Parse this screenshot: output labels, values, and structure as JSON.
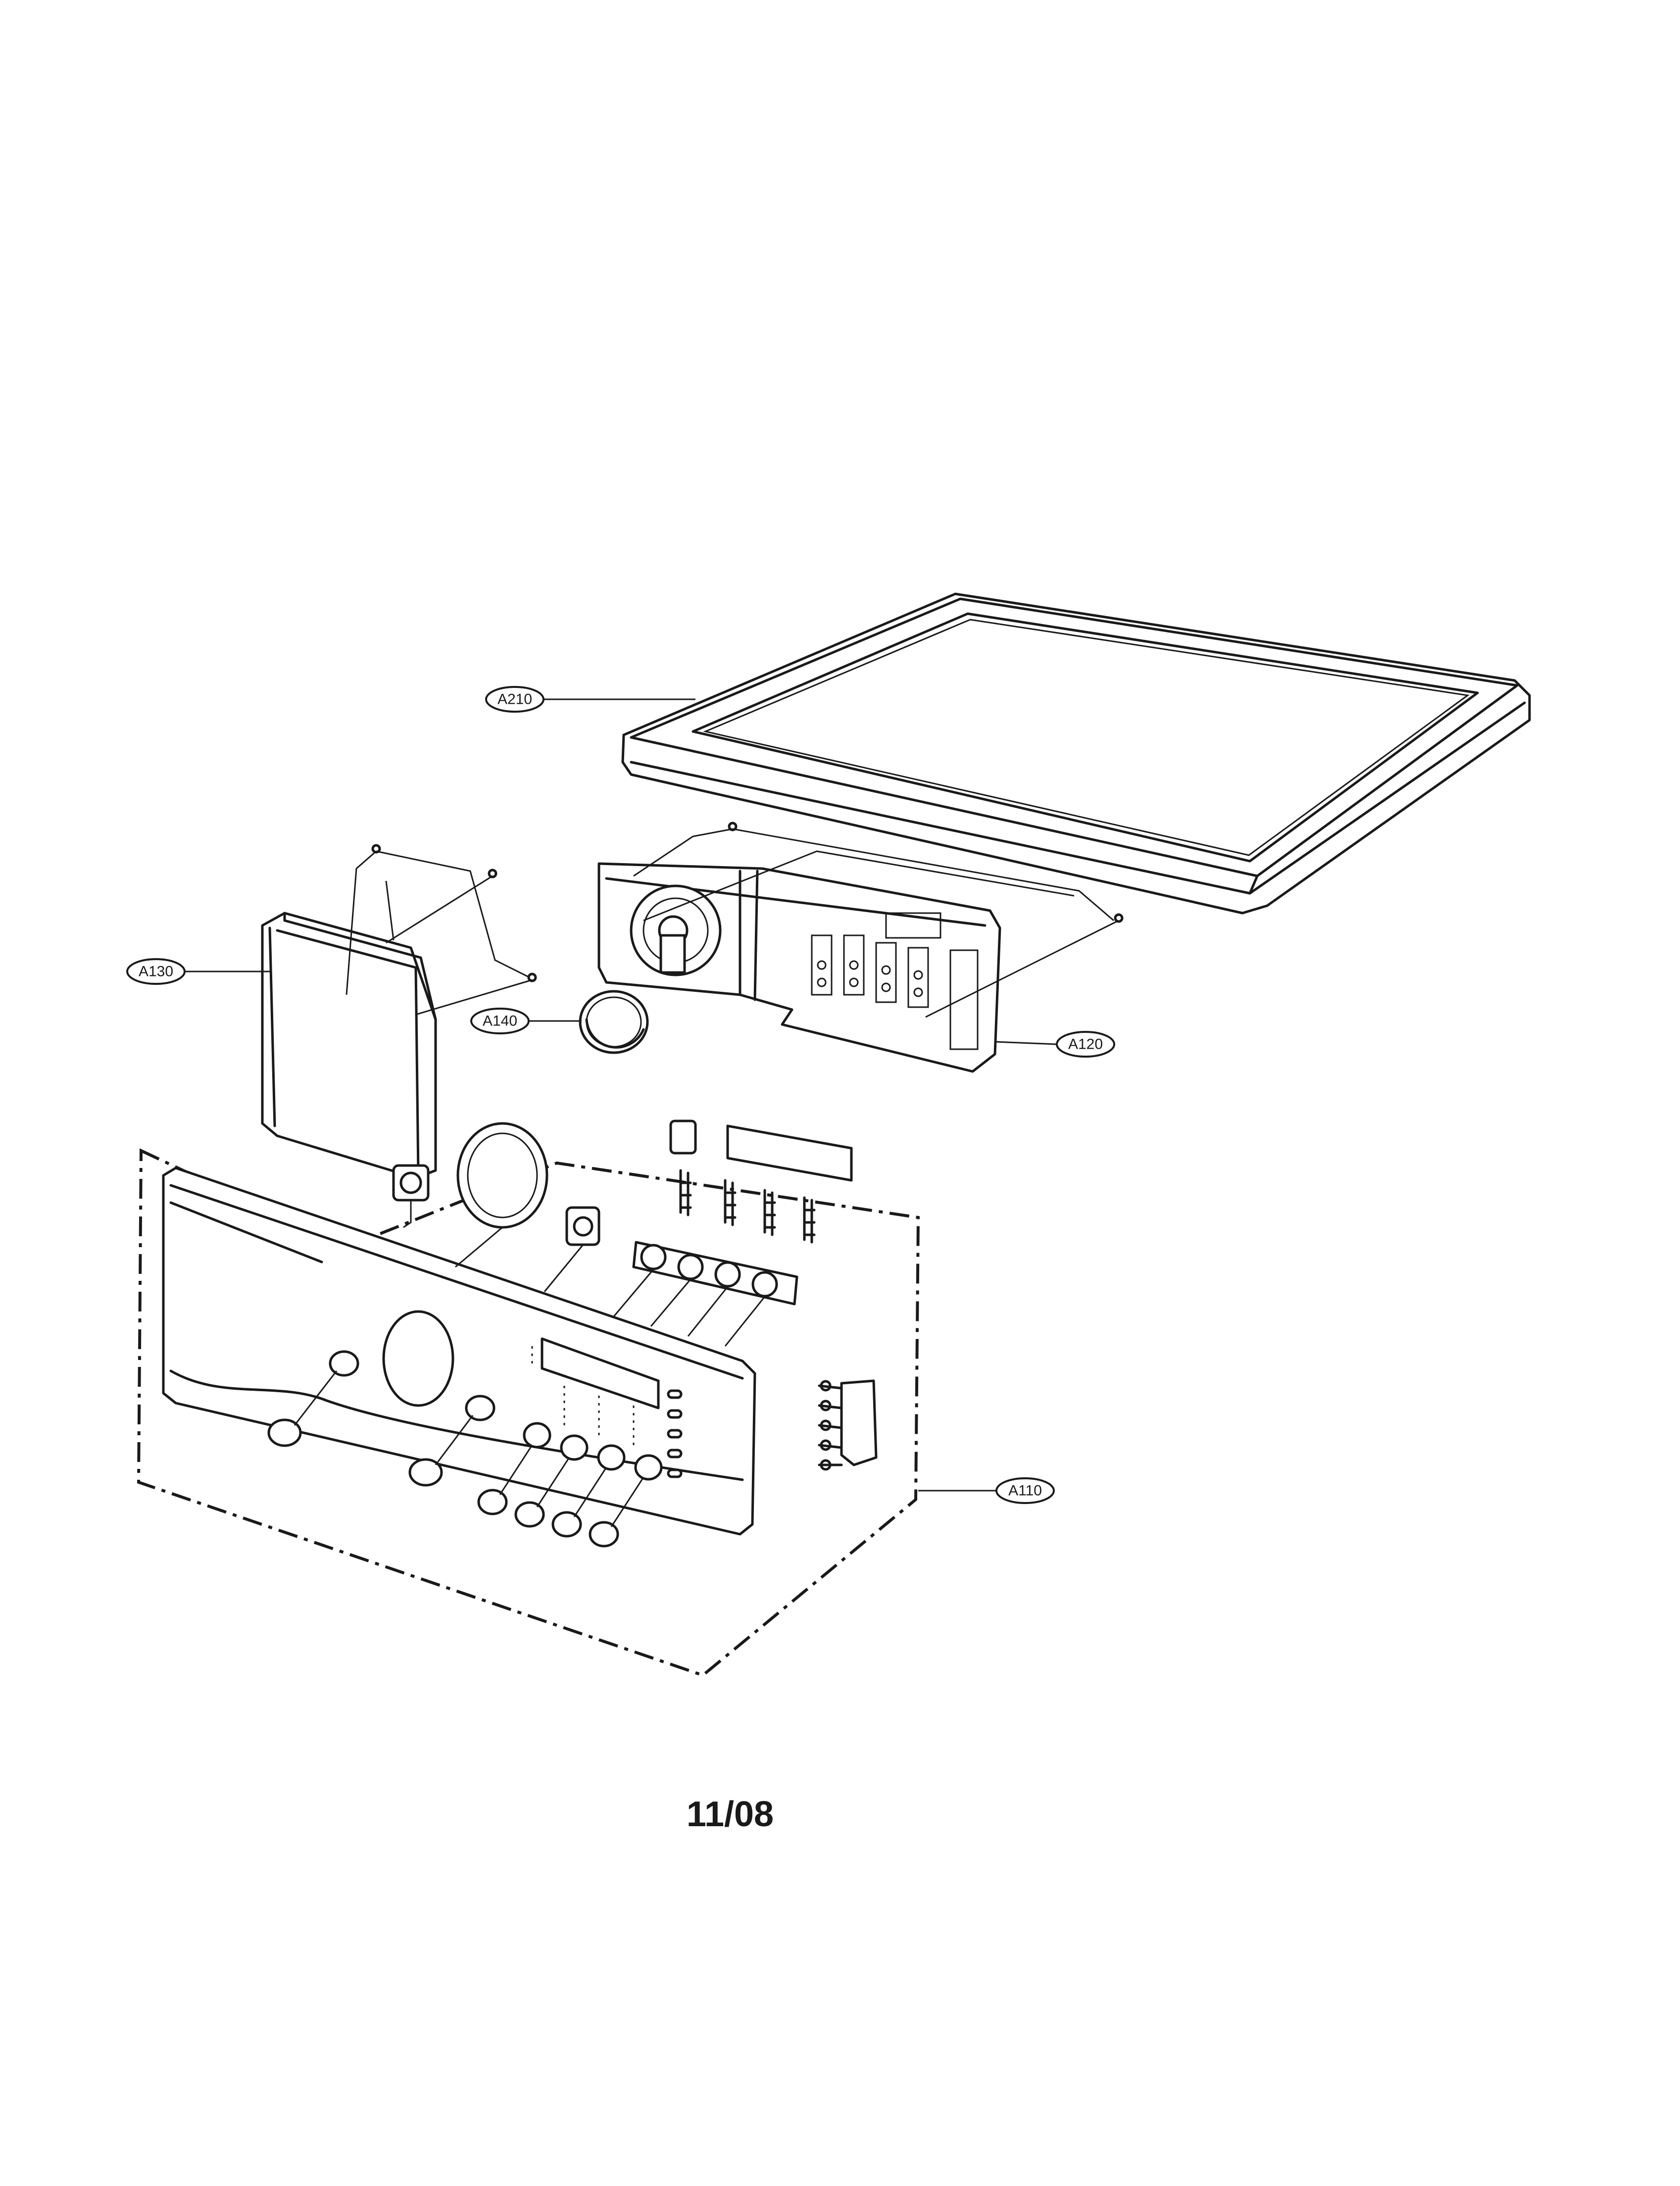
{
  "callouts": {
    "a210": "A210",
    "a130": "A130",
    "a140": "A140",
    "a120": "A120",
    "a110": "A110"
  },
  "footer": {
    "date_code": "11/08"
  }
}
